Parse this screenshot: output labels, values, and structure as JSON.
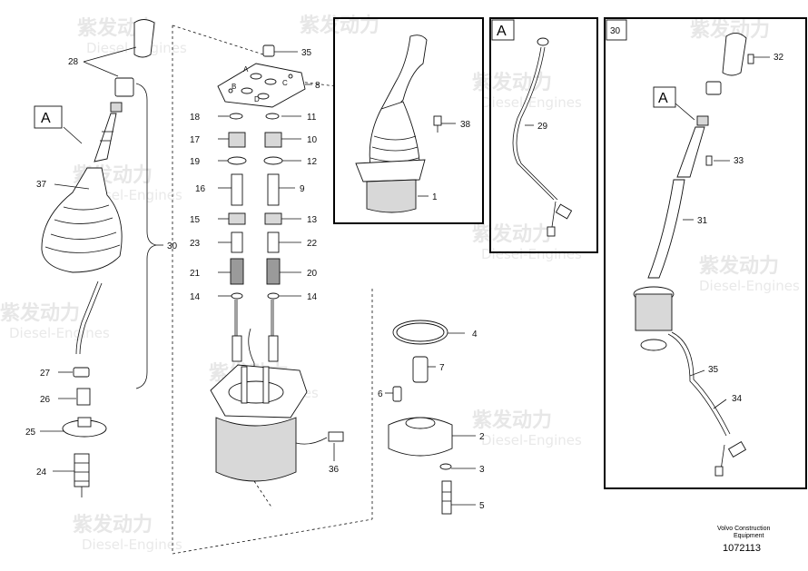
{
  "watermark": {
    "cn": "紫发动力",
    "en": "Diesel-Engines"
  },
  "callouts": {
    "p28": "28",
    "p37": "37",
    "p30_brace": "30",
    "p27": "27",
    "p26": "26",
    "p25": "25",
    "p24": "24",
    "p35": "35",
    "p8": "8",
    "p18": "18",
    "p11": "11",
    "p17": "17",
    "p10": "10",
    "p19": "19",
    "p12": "12",
    "p16": "16",
    "p9": "9",
    "p15": "15",
    "p13": "13",
    "p23": "23",
    "p22": "22",
    "p21": "21",
    "p20": "20",
    "p14a": "14",
    "p14b": "14",
    "p36": "36",
    "p38": "38",
    "p1": "1",
    "p29": "29",
    "p32": "32",
    "p33": "33",
    "p31": "31",
    "p35b": "35",
    "p34": "34",
    "p4": "4",
    "p7": "7",
    "p6": "6",
    "p2": "2",
    "p3": "3",
    "p5": "5"
  },
  "plate_letters": {
    "a": "A",
    "b": "B",
    "c": "C",
    "d": "D"
  },
  "detail_flags": {
    "left": "A",
    "box_a": "A",
    "box_30_a": "A"
  },
  "box_titles": {
    "box_a": "A",
    "box_30": "30"
  },
  "footer": {
    "line1": "Volvo Construction",
    "line2": "Equipment",
    "number": "1072113"
  }
}
